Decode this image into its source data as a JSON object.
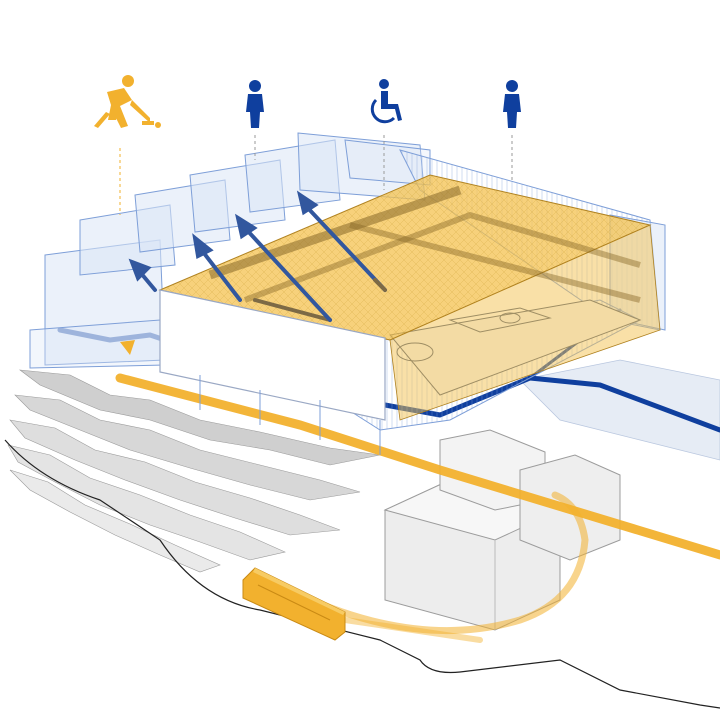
{
  "diagram": {
    "colors": {
      "circulation_blue": "#0f3f9e",
      "player_orange": "#f2b12e",
      "roof_tint": "#f4c24f",
      "structure_blue": "#7e9fd8",
      "terrain_grey": "#c9c9c9",
      "building_grey": "#e8e8e8"
    },
    "user_icons": [
      {
        "name": "hockey-player-icon",
        "color": "#f2b12e"
      },
      {
        "name": "spectator-icon",
        "color": "#0f3f9e"
      },
      {
        "name": "wheelchair-user-icon",
        "color": "#0f3f9e"
      },
      {
        "name": "spectator-icon",
        "color": "#0f3f9e"
      }
    ],
    "elements": [
      "stadium-structure",
      "stand-roof",
      "playing-field",
      "access-paths",
      "bus",
      "terrain-contours",
      "neighbouring-buildings"
    ]
  }
}
